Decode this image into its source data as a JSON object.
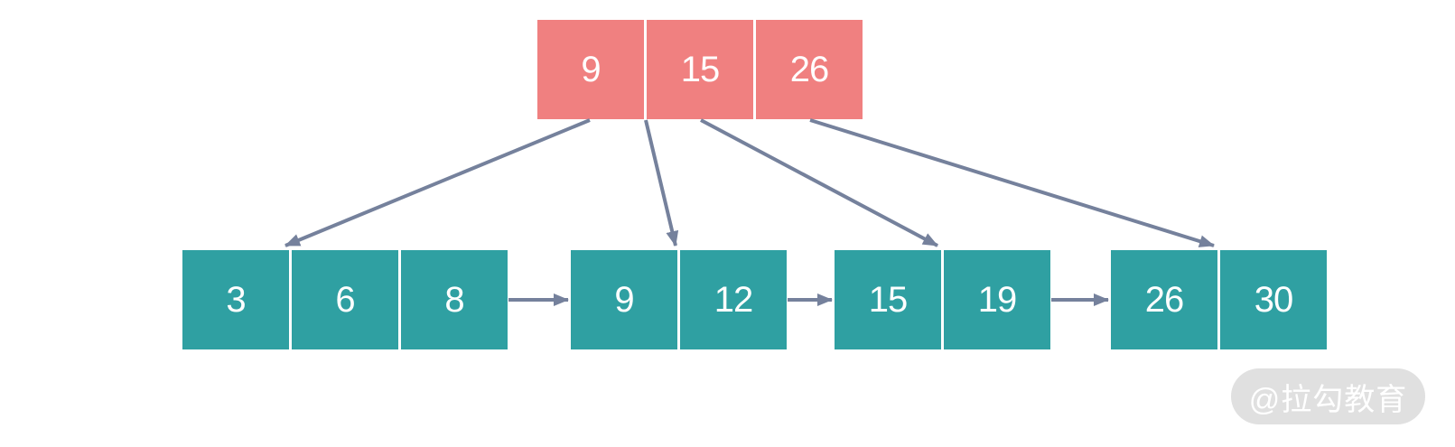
{
  "tree": {
    "description": "B+ tree index diagram: root node pointing to linked leaf nodes",
    "root": {
      "cells": [
        "9",
        "15",
        "26"
      ]
    },
    "leaves": [
      {
        "cells": [
          "3",
          "6",
          "8"
        ]
      },
      {
        "cells": [
          "9",
          "12"
        ]
      },
      {
        "cells": [
          "15",
          "19"
        ]
      },
      {
        "cells": [
          "26",
          "30"
        ]
      }
    ],
    "colors": {
      "root_fill": "#F08080",
      "leaf_fill": "#2FA0A2",
      "arrow": "#75819C",
      "cell_text": "#FFFFFF",
      "watermark_bg": "#E0E0E0",
      "watermark_text": "#FFFFFF"
    }
  },
  "watermark": {
    "label": "@拉勾教育"
  }
}
